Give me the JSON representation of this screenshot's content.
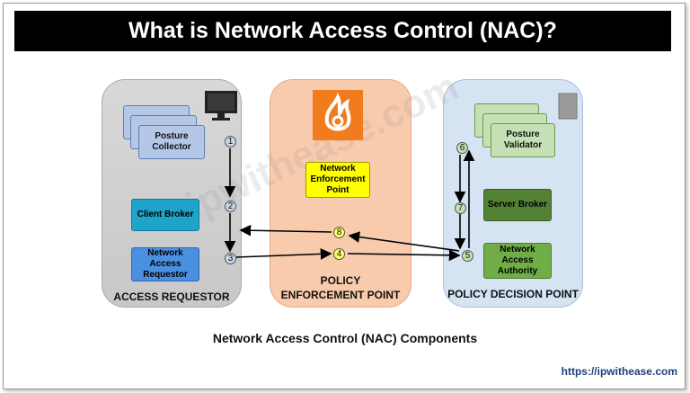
{
  "title": "What is Network Access Control (NAC)?",
  "caption": "Network Access Control (NAC) Components",
  "url": "https://ipwithease.com",
  "watermark": "ipwithease.com",
  "panels": {
    "requestor": {
      "label": "ACCESS REQUESTOR",
      "posture_collector": "Posture Collector",
      "client_broker": "Client Broker",
      "nar": "Network Access Requestor"
    },
    "pep": {
      "label_line1": "POLICY",
      "label_line2": "ENFORCEMENT POINT",
      "nep": "Network Enforcement Point"
    },
    "pdp": {
      "label": "POLICY DECISION POINT",
      "posture_validator": "Posture Validator",
      "server_broker": "Server Broker",
      "naa": "Network Access Authority"
    }
  },
  "steps": [
    "1",
    "2",
    "3",
    "4",
    "5",
    "6",
    "7",
    "8"
  ],
  "icons": {
    "monitor": "monitor-icon",
    "firewall": "firewall-icon",
    "server": "server-icon"
  },
  "colors": {
    "pep_panel": "#f8cbad",
    "pdp_panel": "#d6e3f3",
    "req_panel": "#d0d0d0",
    "firewall": "#f07c1e"
  }
}
